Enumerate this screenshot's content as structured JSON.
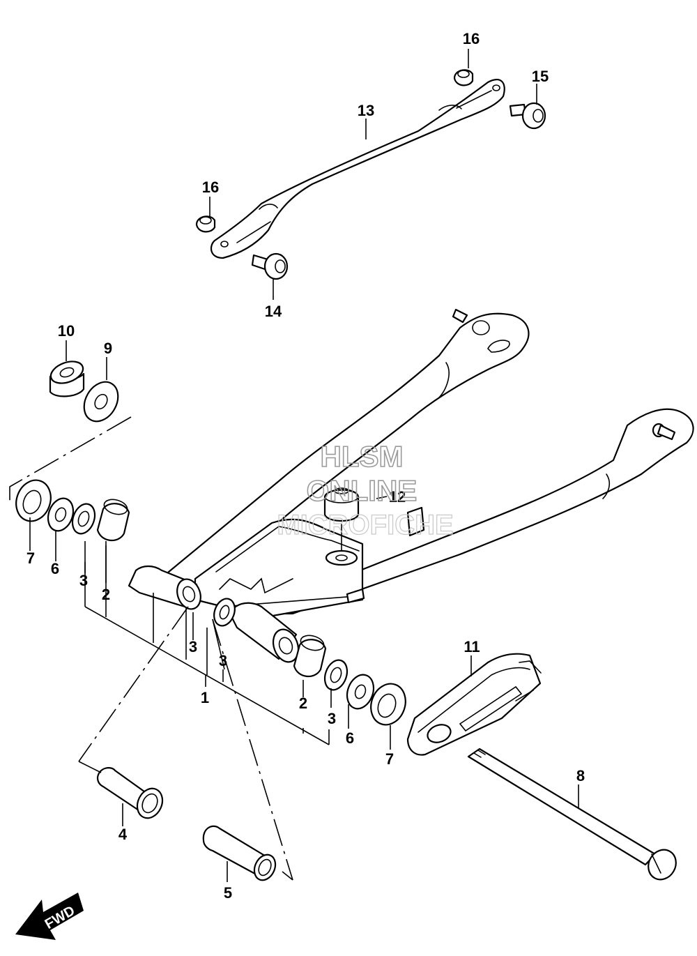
{
  "diagram": {
    "callouts": [
      "1",
      "2",
      "3",
      "4",
      "5",
      "6",
      "7",
      "8",
      "9",
      "10",
      "11",
      "12",
      "13",
      "14",
      "15",
      "16"
    ],
    "watermark": [
      "HLSM",
      "ONLINE",
      "MICROFICHE"
    ],
    "fwd_label": "FWD"
  }
}
